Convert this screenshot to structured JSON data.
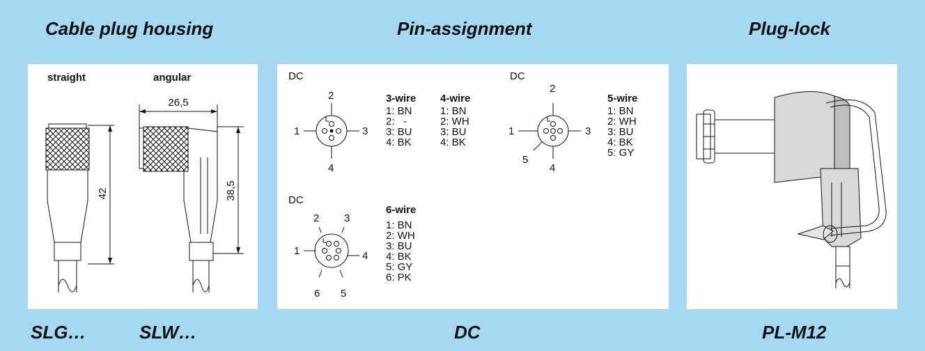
{
  "headings": {
    "housing": "Cable plug housing",
    "pins": "Pin-assignment",
    "lock": "Plug-lock"
  },
  "footers": {
    "slg": "SLG…",
    "slw": "SLW…",
    "dc": "DC",
    "plm12": "PL-M12"
  },
  "housing": {
    "straight_label": "straight",
    "angular_label": "angular",
    "dim_42": "42",
    "dim_26": "26,5",
    "dim_38": "38,5"
  },
  "pins": {
    "dc_label": "DC",
    "four_pin": {
      "n1": "1",
      "n2": "2",
      "n3": "3",
      "n4": "4"
    },
    "five_pin": {
      "n1": "1",
      "n2": "2",
      "n3": "3",
      "n4": "4",
      "n5": "5"
    },
    "six_pin": {
      "n1": "1",
      "n2": "2",
      "n3": "3",
      "n4": "4",
      "n5": "5",
      "n6": "6"
    },
    "wire3": {
      "title": "3-wire",
      "rows": [
        "1: BN",
        "2:   -",
        "3: BU",
        "4: BK"
      ]
    },
    "wire4": {
      "title": "4-wire",
      "rows": [
        "1: BN",
        "2: WH",
        "3: BU",
        "4: BK"
      ]
    },
    "wire5": {
      "title": "5-wire",
      "rows": [
        "1: BN",
        "2: WH",
        "3: BU",
        "4: BK",
        "5: GY"
      ]
    },
    "wire6": {
      "title": "6-wire",
      "rows": [
        "1: BN",
        "2: WH",
        "3: BU",
        "4: BK",
        "5: GY",
        "6: PK"
      ]
    }
  }
}
